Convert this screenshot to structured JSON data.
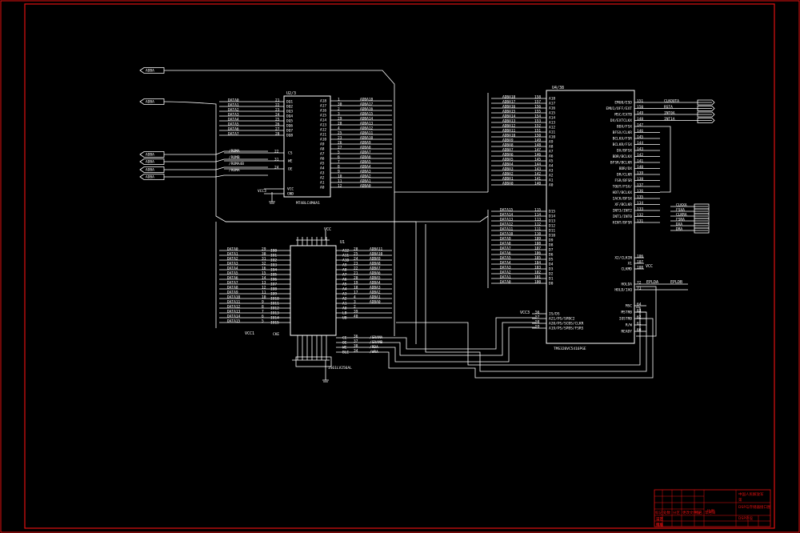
{
  "colors": {
    "background": "#000000",
    "wire": "#ffffff",
    "frame": "#e01010"
  },
  "ports": [
    "ADBA",
    "ADBA",
    "ADBA",
    "ADBA",
    "ADBA",
    "ADBA"
  ],
  "u2": {
    "ref": "U2/3",
    "part": "MT48LC4M4A1",
    "left_pins": [
      "DQ1",
      "DQ2",
      "DQ3",
      "DQ4",
      "DQ5",
      "DQ6",
      "DQ7",
      "DQ8"
    ],
    "left_nums": [
      "21",
      "22",
      "23",
      "24",
      "25",
      "26",
      "27",
      "28"
    ],
    "left_nets": [
      "DATA0",
      "DATA1",
      "DATA2",
      "DATA3",
      "DATA4",
      "DATA5",
      "DATA6",
      "DATA7"
    ],
    "ctrl_pins": [
      "CS",
      "WE",
      "OE"
    ],
    "ctrl_nums": [
      "22",
      "31",
      "24"
    ],
    "ctrl_nets": [
      "/ROMA",
      "/ROMB",
      "/ROMA4B",
      "/ROMA"
    ],
    "power": [
      "VCC",
      "GND"
    ],
    "right_pins": [
      "A18",
      "A17",
      "A16",
      "A15",
      "A14",
      "A13",
      "A12",
      "A11",
      "A10",
      "A9",
      "A8",
      "A7",
      "A6",
      "A5",
      "A4",
      "A3",
      "A2",
      "A1",
      "A0"
    ],
    "right_nums": [
      "1",
      "30",
      "2",
      "3",
      "29",
      "28",
      "4",
      "25",
      "23",
      "26",
      "27",
      "5",
      "6",
      "7",
      "8",
      "9",
      "10",
      "11",
      "12"
    ],
    "right_nets": [
      "ADBA18",
      "ADBA17",
      "ADBA16",
      "ADBA15",
      "ADBA14",
      "ADBA13",
      "ADBA12",
      "ADBA11",
      "ADBA10",
      "ADBA9",
      "ADBA8",
      "ADBA7",
      "ADBA6",
      "ADBA5",
      "ADBA4",
      "ADBA3",
      "ADBA2",
      "ADBA1",
      "ADBA0"
    ],
    "vcc_label": "VCC3"
  },
  "u1": {
    "ref": "U1",
    "part": "IS61LV256AL",
    "vcc": "VCC",
    "left_pins": [
      "IO0",
      "IO1",
      "IO2",
      "IO3",
      "IO4",
      "IO5",
      "IO6",
      "IO7",
      "IO8",
      "IO9",
      "IO10",
      "IO11",
      "IO12",
      "IO13",
      "IO14",
      "IO15"
    ],
    "left_nums": [
      "29",
      "30",
      "31",
      "32",
      "16",
      "15",
      "14",
      "13",
      "12",
      "11",
      "10",
      "9",
      "8",
      "7",
      "6",
      "5"
    ],
    "left_nets": [
      "DATA0",
      "DATA1",
      "DATA2",
      "DATA3",
      "DATA4",
      "DATA5",
      "DATA6",
      "DATA7",
      "DATA8",
      "DATA9",
      "DATA10",
      "DATA11",
      "DATA12",
      "DATA13",
      "DATA14",
      "DATA15"
    ],
    "right_pins": [
      "A12",
      "A11",
      "A10",
      "A9",
      "A8",
      "A7",
      "A6",
      "A5",
      "A4",
      "A3",
      "A2",
      "A1",
      "A0",
      "LB",
      "UB"
    ],
    "right_nums": [
      "28",
      "25",
      "24",
      "23",
      "22",
      "21",
      "20",
      "19",
      "18",
      "17",
      "4",
      "3",
      "2",
      "39",
      "40"
    ],
    "right_nets": [
      "ADBA11",
      "ADBA10",
      "ADBA9",
      "ADBA8",
      "ADBA7",
      "ADBA6",
      "ADBA5",
      "ADBA4",
      "ADBA3",
      "ADBA2",
      "ADBA1",
      "ADBA0",
      "",
      "",
      ""
    ],
    "ctrl_pins": [
      "CE",
      "OE",
      "WE",
      "BLE"
    ],
    "ctrl_nums": [
      "36",
      "37",
      "38",
      "34"
    ],
    "ctrl_nets": [
      "/SRAMA",
      "/SRAMB",
      "/RDA",
      "/WRA"
    ],
    "vcc1": "VCC1",
    "ck": "CKE"
  },
  "u3": {
    "ref": "U4/38",
    "part": "TMS320VC5416PGE",
    "addr_nums": [
      "158",
      "157",
      "156",
      "155",
      "154",
      "153",
      "152",
      "151",
      "150",
      "149",
      "148",
      "147",
      "146",
      "145",
      "144",
      "143",
      "142",
      "141",
      "140"
    ],
    "addr_nets": [
      "ADBA18",
      "ADBA17",
      "ADBA16",
      "ADBA15",
      "ADBA14",
      "ADBA13",
      "ADBA12",
      "ADBA11",
      "ADBA10",
      "ADBA9",
      "ADBA8",
      "ADBA7",
      "ADBA6",
      "ADBA5",
      "ADBA4",
      "ADBA3",
      "ADBA2",
      "ADBA1",
      "ADBA0"
    ],
    "addr_pins": [
      "A18",
      "A17",
      "A16",
      "A15",
      "A14",
      "A13",
      "A12",
      "A11",
      "A10",
      "A9",
      "A8",
      "A7",
      "A6",
      "A5",
      "A4",
      "A3",
      "A2",
      "A1",
      "A0"
    ],
    "data_nums": [
      "115",
      "114",
      "113",
      "112",
      "111",
      "110",
      "109",
      "108",
      "107",
      "106",
      "105",
      "104",
      "103",
      "102",
      "101",
      "100"
    ],
    "data_nets": [
      "DATA15",
      "DATA14",
      "DATA13",
      "DATA12",
      "DATA11",
      "DATA10",
      "DATA9",
      "DATA8",
      "DATA7",
      "DATA6",
      "DATA5",
      "DATA4",
      "DATA3",
      "DATA2",
      "DATA1",
      "DATA0"
    ],
    "data_pins": [
      "D15",
      "D14",
      "D13",
      "D12",
      "D11",
      "D10",
      "D9",
      "D8",
      "D7",
      "D6",
      "D5",
      "D4",
      "D3",
      "D2",
      "D1",
      "D0"
    ],
    "right_pins": [
      "EMU0/ESD",
      "EMU1/OFF/EXT",
      "MSC/EXTB",
      "DX/EXTCLKX",
      "BDX/FSX",
      "BFSX/CLKR",
      "BCLKX/FSR",
      "BCLKR/FSX",
      "DX/BFSX",
      "BDR/BCLKX",
      "BFSR/BCLKR",
      "BDR/DX",
      "DR/CLKR",
      "FSR/BFSR",
      "TOUT/FSX/",
      "HD7/BCLKX",
      "IACK/BFSX",
      "XF/BCLKR",
      "INT3/INT2",
      "INT1/INT0",
      "HINT/BFSR"
    ],
    "right_nums": [
      "151",
      "150",
      "149",
      "148",
      "147",
      "146",
      "145",
      "144",
      "143",
      "142",
      "141",
      "140",
      "139",
      "138",
      "137",
      "136",
      "135",
      "134",
      "133",
      "132",
      "131"
    ],
    "right_nets": [
      "CLKOUTA",
      "RSTA",
      "INT0A",
      "INT1A",
      "",
      "",
      "",
      "",
      "",
      "",
      "",
      "",
      "",
      "",
      "",
      "",
      "",
      "",
      "",
      "",
      ""
    ],
    "right_bus_nets": [
      "CLKXA",
      "FSXA",
      "CLKRA",
      "FSRA",
      "DXA",
      "DRA"
    ],
    "mid_pins": [
      "X2/CLKIN",
      "X1",
      "CLKMD"
    ],
    "mid_nums": [
      "106",
      "107",
      "108"
    ],
    "mid_net": "VCC",
    "lower_pins": [
      "HOLDA",
      "HOLD/IAQ"
    ],
    "lower_nums": [
      "72",
      "71"
    ],
    "lower_nets": [
      "EPLDA",
      "EPLDB"
    ],
    "bottom_left_pins": [
      "IS/DS",
      "A21/PS/SPBC2",
      "A20/PS/SCBS/CLKR",
      "A19/PS/SPBS/FSRS"
    ],
    "bottom_left_nums": [
      "56",
      "57",
      "58",
      "59"
    ],
    "bottom_left_net": "VCC3",
    "bottom_right_pins": [
      "MSC",
      "MSTRB",
      "IOSTRB",
      "R/W",
      "READY"
    ],
    "bottom_right_nums": [
      "64",
      "63",
      "62",
      "61",
      "60"
    ]
  },
  "title_block": {
    "rows": [
      "标记",
      "处数",
      "分区",
      "更改文件号",
      "签名",
      "年月日"
    ],
    "school": "中国人民解放军",
    "dept": "第",
    "drawing": "DSP与存储器接口图",
    "scale_label": "比例",
    "sheet": "DSP外设",
    "items": [
      "设计",
      "审核",
      "工艺",
      "批准"
    ]
  }
}
